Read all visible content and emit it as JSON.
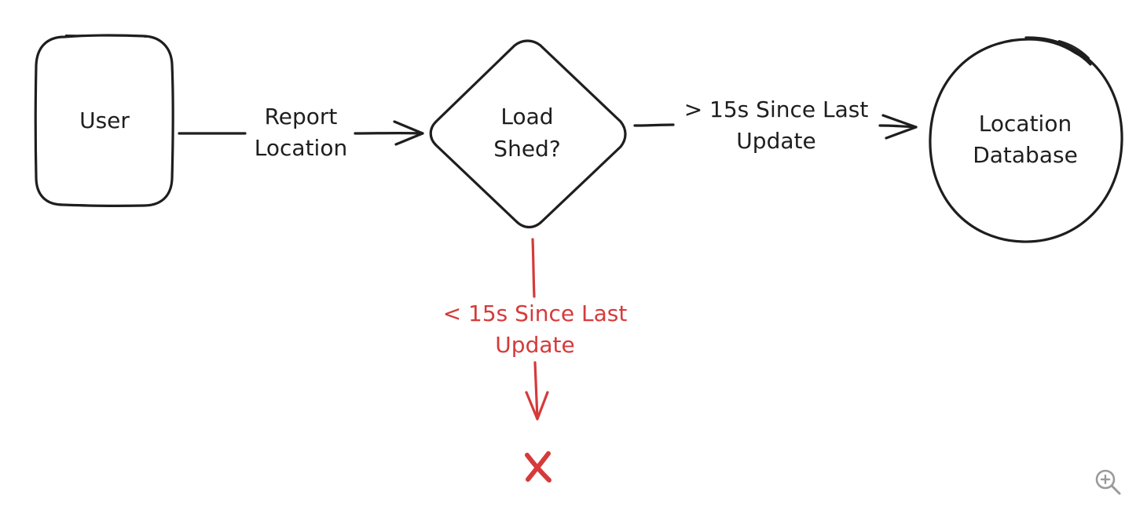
{
  "colors": {
    "ink": "#1e1e1e",
    "reject": "#d63a3a",
    "zoom_icon": "#9a9a9a"
  },
  "nodes": {
    "user": {
      "label": "User"
    },
    "load_shed": {
      "line1": "Load",
      "line2": "Shed?"
    },
    "location_db": {
      "line1": "Location",
      "line2": "Database"
    }
  },
  "edges": {
    "report_location": {
      "line1": "Report",
      "line2": "Location"
    },
    "accepted": {
      "line1": "> 15s Since Last",
      "line2": "Update"
    },
    "rejected": {
      "line1": "< 15s Since Last",
      "line2": "Update"
    }
  },
  "icons": {
    "reject_mark": "x-icon",
    "zoom": "zoom-in-icon"
  }
}
